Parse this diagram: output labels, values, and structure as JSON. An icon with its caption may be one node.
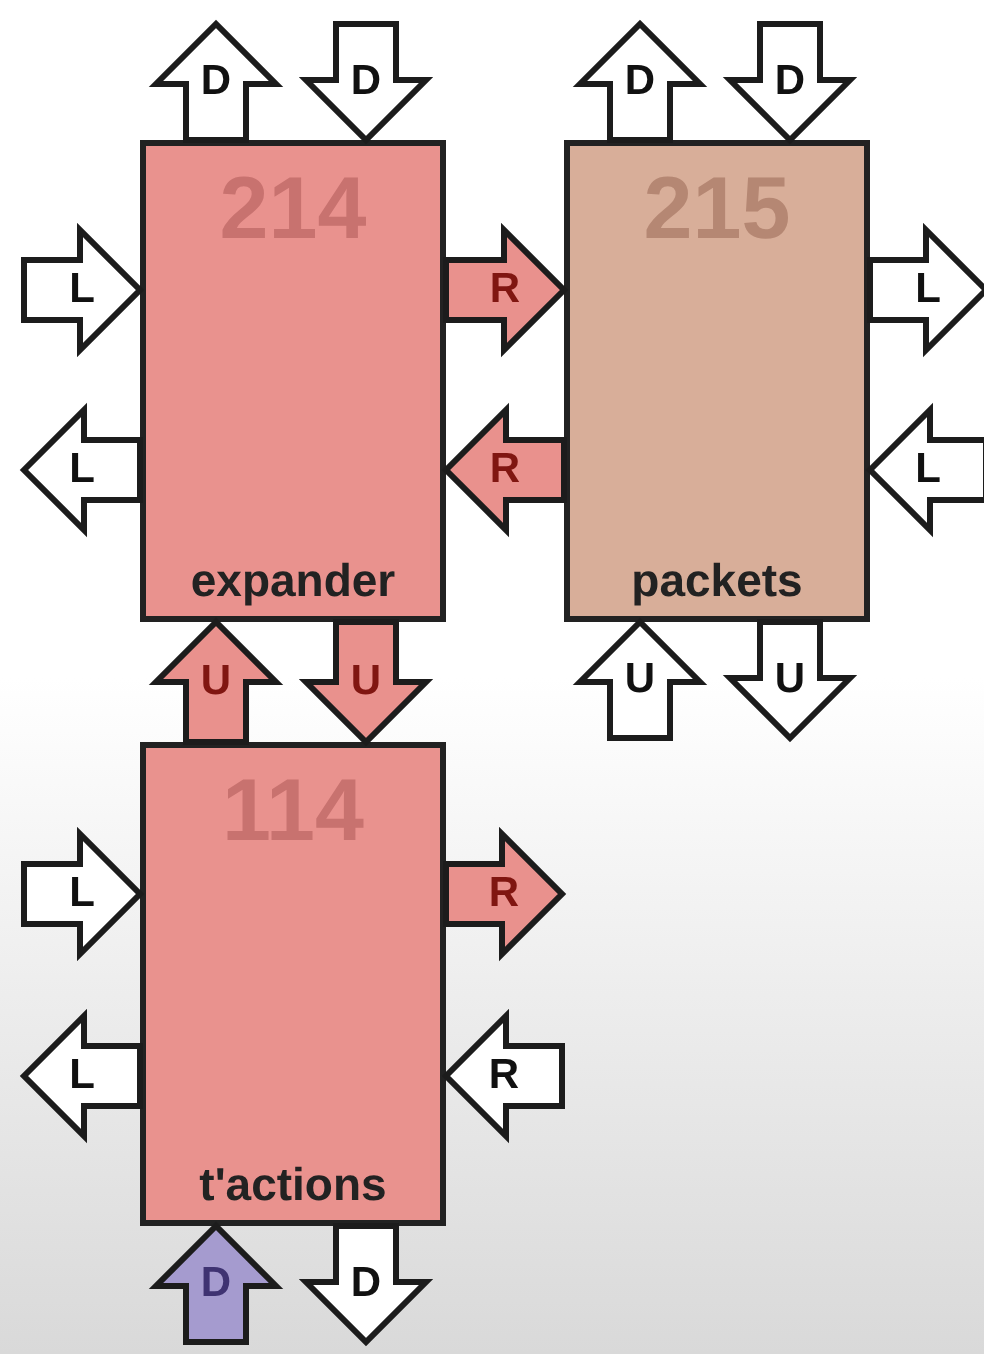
{
  "diagram": {
    "nodes": [
      {
        "text": [
          "214",
          "expander"
        ]
      },
      {
        "text": [
          "215",
          "packets"
        ]
      },
      {
        "text": [
          "114",
          "t'actions"
        ]
      }
    ],
    "edges": [
      {
        "from": 0,
        "to": null,
        "arrow": "to",
        "label": "D"
      },
      {
        "from": null,
        "to": 0,
        "arrow": "to",
        "label": "D"
      },
      {
        "from": null,
        "to": 0,
        "arrow": "to",
        "label": "L"
      },
      {
        "from": 0,
        "to": null,
        "arrow": "to",
        "label": "L"
      },
      {
        "from": 0,
        "to": 1,
        "arrow": "to",
        "label": "R",
        "color": "#e9918d"
      },
      {
        "from": 1,
        "to": 0,
        "arrow": "to",
        "label": "R",
        "color": "#e9918d"
      },
      {
        "from": 2,
        "to": 0,
        "arrow": "to",
        "label": "U",
        "color": "#e9918d"
      },
      {
        "from": 0,
        "to": 2,
        "arrow": "to",
        "label": "U",
        "color": "#e9918d"
      },
      {
        "from": 1,
        "to": null,
        "arrow": "to",
        "label": "D"
      },
      {
        "from": null,
        "to": 1,
        "arrow": "to",
        "label": "D"
      },
      {
        "from": 1,
        "to": null,
        "arrow": "to",
        "label": "L"
      },
      {
        "from": null,
        "to": 1,
        "arrow": "to",
        "label": "L"
      },
      {
        "from": null,
        "to": 1,
        "arrow": "to",
        "label": "U"
      },
      {
        "from": 1,
        "to": null,
        "arrow": "to",
        "label": "U"
      },
      {
        "from": null,
        "to": 2,
        "arrow": "to",
        "label": "L"
      },
      {
        "from": 2,
        "to": null,
        "arrow": "to",
        "label": "L"
      },
      {
        "from": 2,
        "to": null,
        "arrow": "to",
        "label": "R",
        "color": "#e9918d"
      },
      {
        "from": null,
        "to": 2,
        "arrow": "to",
        "label": "R"
      },
      {
        "from": null,
        "to": 2,
        "arrow": "to",
        "label": "D",
        "color": "#a59bcf"
      },
      {
        "from": 2,
        "to": null,
        "arrow": "to",
        "label": "D"
      }
    ]
  }
}
